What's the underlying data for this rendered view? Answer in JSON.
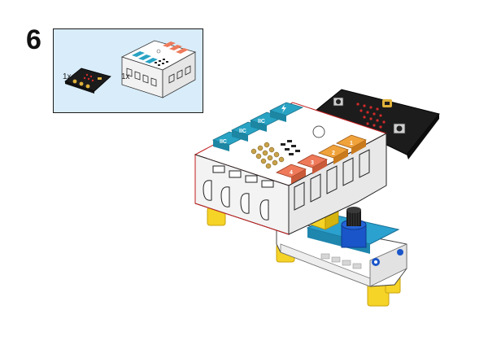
{
  "step": {
    "number": "6"
  },
  "parts": [
    {
      "name": "micro:bit board",
      "quantity": "1x"
    },
    {
      "name": "expansion board",
      "quantity": "1x"
    }
  ],
  "board_labels": {
    "port_iic": "IIC",
    "ports": [
      "1",
      "2",
      "3",
      "4"
    ]
  },
  "colors": {
    "panel": "#d8ecf9",
    "teal": "#29a3c4",
    "orange": "#ee7a5a",
    "yellow": "#f5d327",
    "blue": "#1a55c9",
    "microbit": "#1c1c1c",
    "led": "#d12a2a"
  }
}
